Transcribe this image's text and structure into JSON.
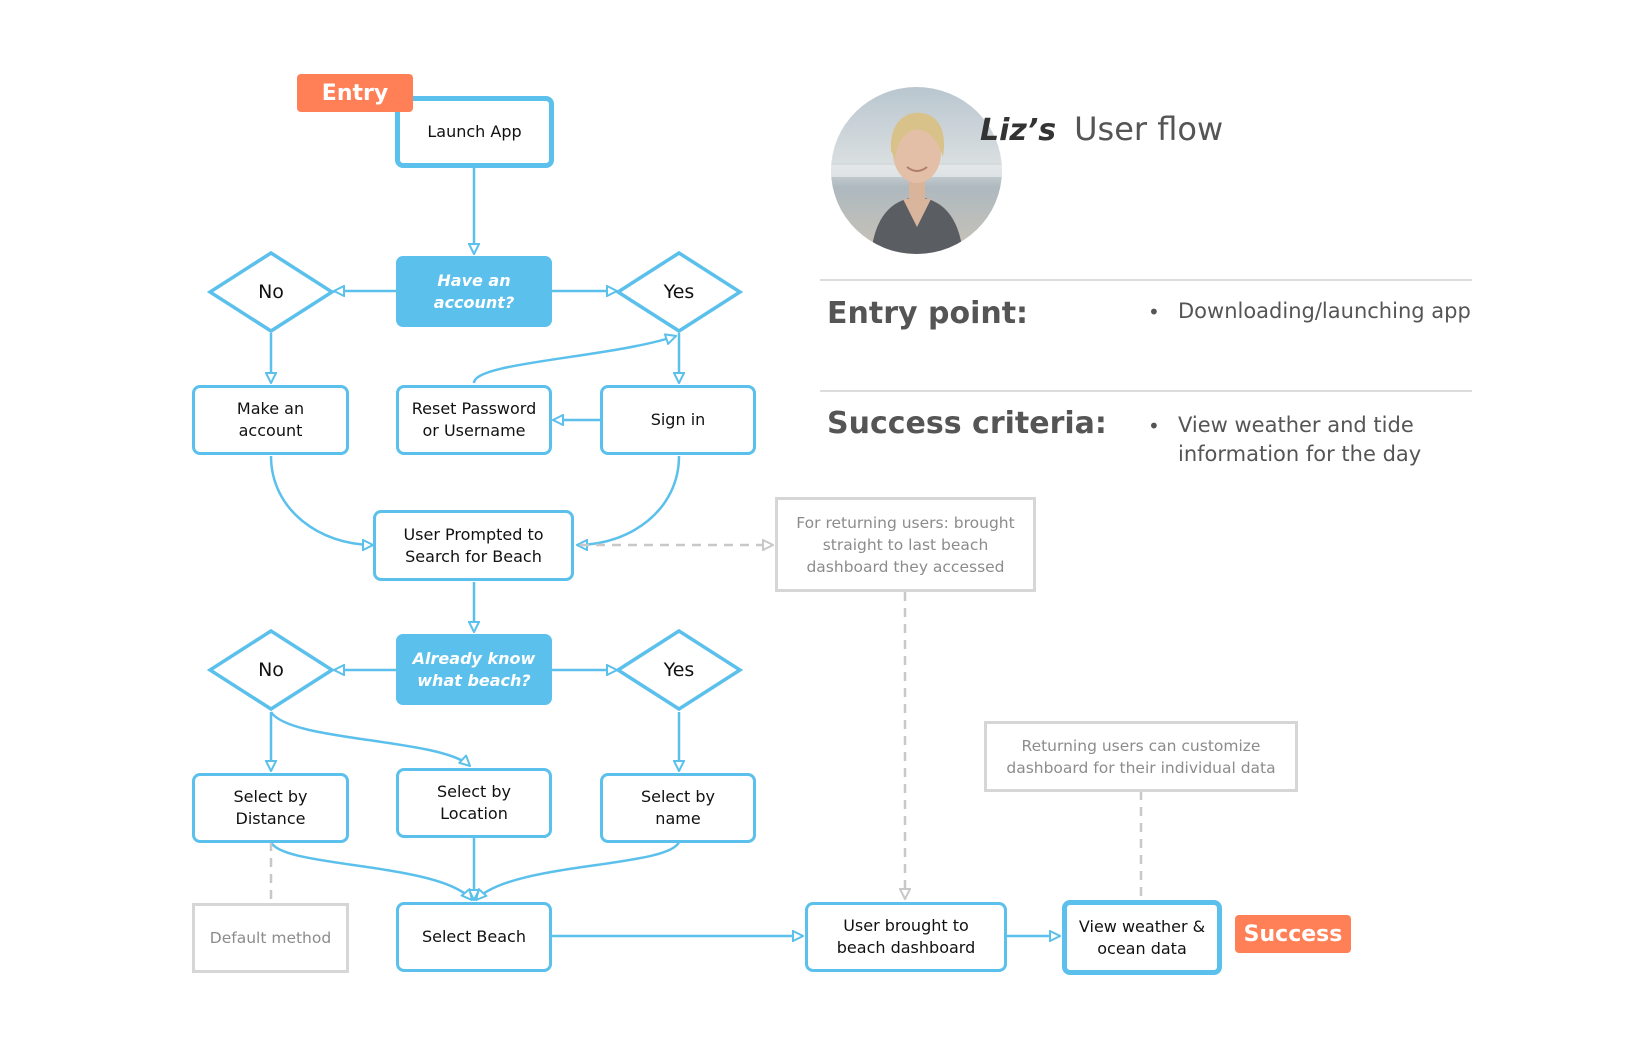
{
  "colors": {
    "flow": "#5bc0eb",
    "note_border": "#d6d6d6",
    "note_text": "#8c8c8c",
    "tag": "#ff7f57",
    "dashed": "#c8c8c8"
  },
  "tags": {
    "entry": "Entry",
    "success": "Success"
  },
  "nodes": {
    "launch_app": "Launch App",
    "have_account": "Have an\naccount?",
    "no_1": "No",
    "yes_1": "Yes",
    "make_account": "Make an\naccount",
    "reset_password": "Reset Password\nor Username",
    "sign_in": "Sign in",
    "user_prompted": "User Prompted to\nSearch for Beach",
    "already_know": "Already know\nwhat beach?",
    "no_2": "No",
    "yes_2": "Yes",
    "select_distance": "Select by\nDistance",
    "select_location": "Select by\nLocation",
    "select_name": "Select by\nname",
    "default_method": "Default method",
    "select_beach": "Select Beach",
    "user_brought": "User brought to\nbeach dashboard",
    "view_weather": "View weather &\nocean data"
  },
  "notes": {
    "returning_users": "For returning users: brought\nstraight to last beach\ndashboard they accessed",
    "customize": "Returning users can customize\ndashboard for their individual data"
  },
  "header": {
    "name": "Liz’s",
    "title": "User flow",
    "avatar_icon": "user-photo"
  },
  "info": {
    "entry_label": "Entry point:",
    "entry_bullet": "•",
    "entry_text": "Downloading/launching app",
    "success_label": "Success criteria:",
    "success_bullet": "•",
    "success_text": "View weather and tide information for the day"
  }
}
